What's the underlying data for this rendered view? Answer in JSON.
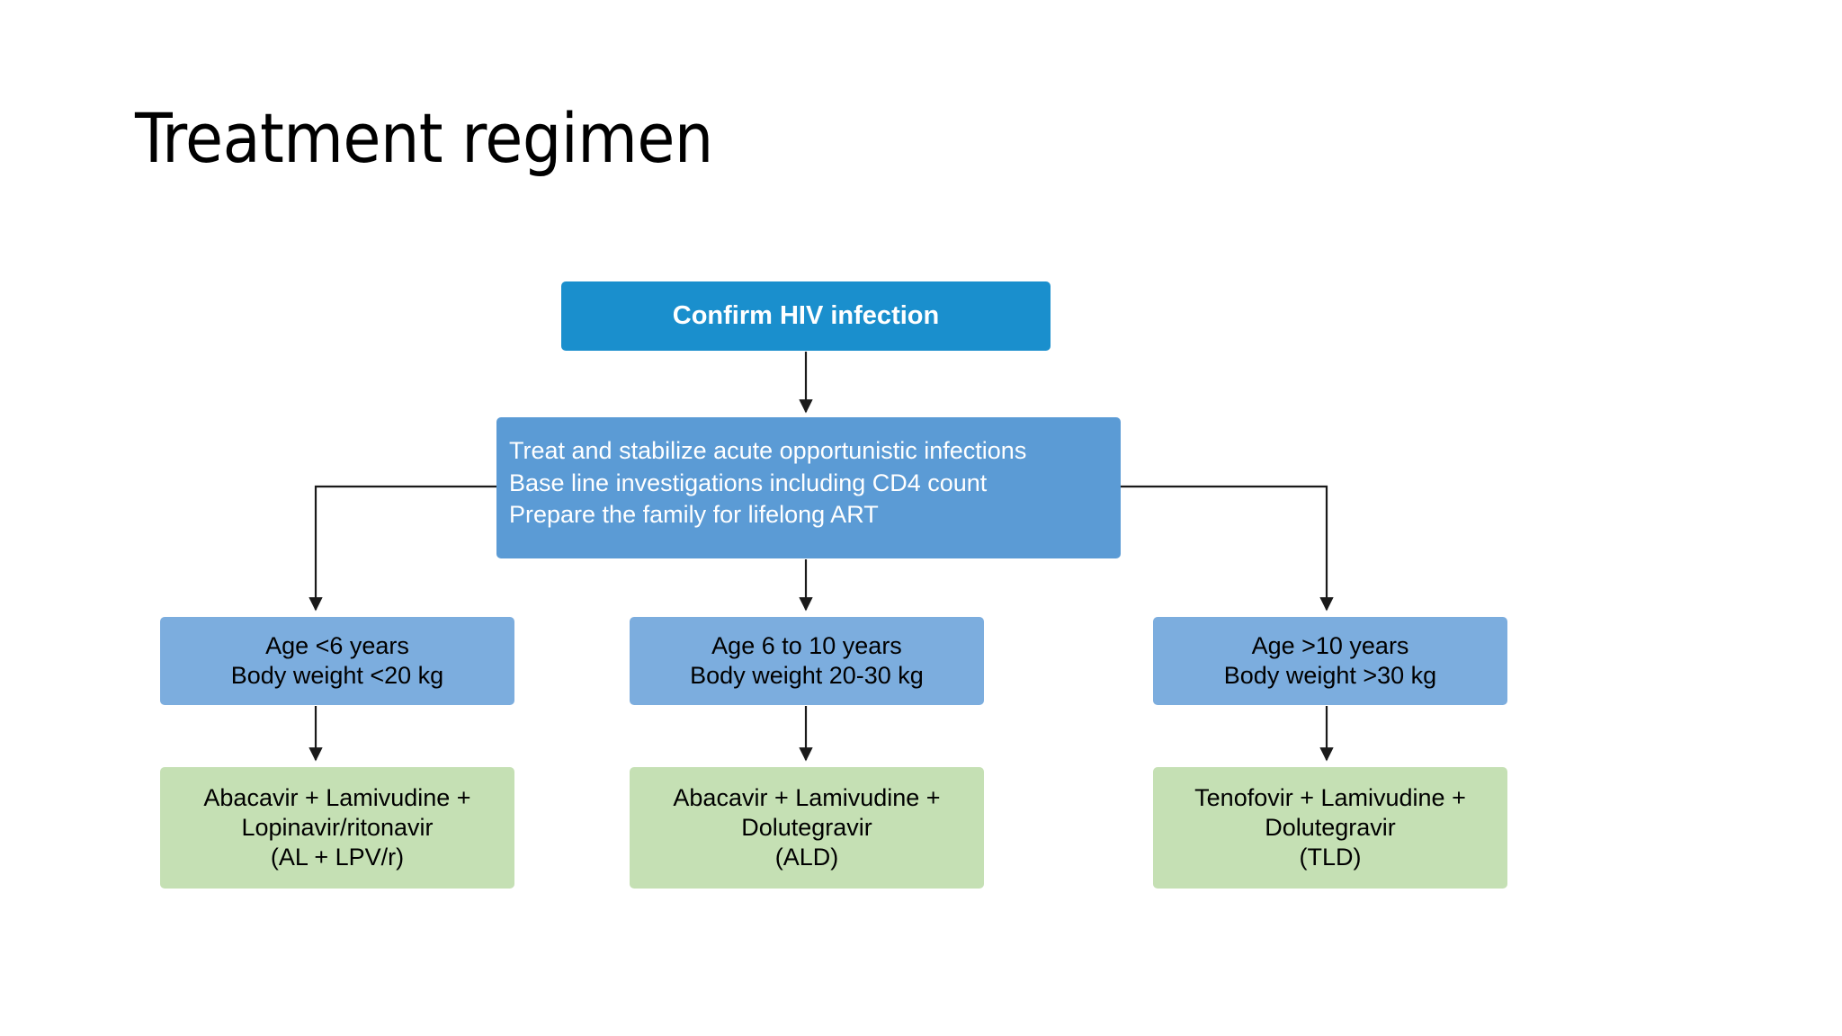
{
  "slide": {
    "title": "Treatment regimen",
    "background": "#ffffff"
  },
  "colors": {
    "header_blue": "#1a8fcd",
    "info_blue": "#5b9bd5",
    "criteria_blue": "#7cadde",
    "regimen_green": "#c5e0b4",
    "connector": "#000000",
    "text_light": "#ffffff",
    "text_dark": "#000000"
  },
  "flowchart": {
    "header": {
      "label": "Confirm HIV infection"
    },
    "instructions": {
      "line1": "Treat and stabilize acute opportunistic infections",
      "line2": "Base line investigations including CD4 count",
      "line3": "Prepare the family for lifelong ART"
    },
    "branches": [
      {
        "criteria": {
          "line1": "Age <6 years",
          "line2": "Body weight <20 kg"
        },
        "regimen": {
          "line1": "Abacavir + Lamivudine +",
          "line2": "Lopinavir/ritonavir",
          "line3": "(AL + LPV/r)"
        }
      },
      {
        "criteria": {
          "line1": "Age 6 to 10 years",
          "line2": "Body weight 20-30 kg"
        },
        "regimen": {
          "line1": "Abacavir + Lamivudine +",
          "line2": "Dolutegravir",
          "line3": "(ALD)"
        }
      },
      {
        "criteria": {
          "line1": "Age >10 years",
          "line2": "Body weight >30 kg"
        },
        "regimen": {
          "line1": "Tenofovir + Lamivudine +",
          "line2": "Dolutegravir",
          "line3": "(TLD)"
        }
      }
    ]
  }
}
